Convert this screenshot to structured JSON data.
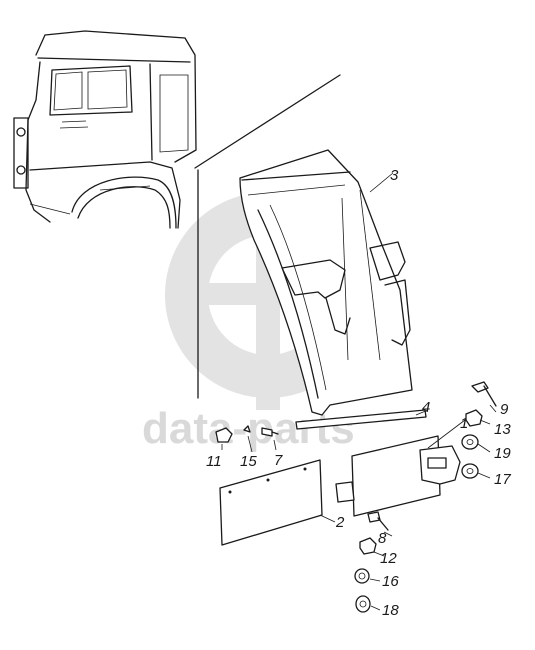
{
  "watermark": {
    "text": "data-parts",
    "color": "#d9d9d9"
  },
  "callouts": [
    {
      "id": "1",
      "text": "1"
    },
    {
      "id": "2",
      "text": "2"
    },
    {
      "id": "3",
      "text": "3"
    },
    {
      "id": "4",
      "text": "4"
    },
    {
      "id": "7",
      "text": "7"
    },
    {
      "id": "8",
      "text": "8"
    },
    {
      "id": "9",
      "text": "9"
    },
    {
      "id": "11",
      "text": "11"
    },
    {
      "id": "12",
      "text": "12"
    },
    {
      "id": "13",
      "text": "13"
    },
    {
      "id": "15",
      "text": "15"
    },
    {
      "id": "16",
      "text": "16"
    },
    {
      "id": "17",
      "text": "17"
    },
    {
      "id": "18",
      "text": "18"
    },
    {
      "id": "19",
      "text": "19"
    }
  ]
}
